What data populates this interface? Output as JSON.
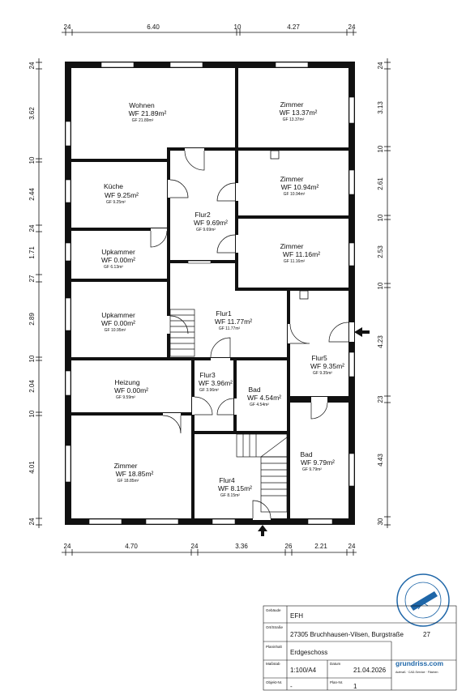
{
  "dimensions": {
    "top": [
      "24",
      "6.40",
      "10",
      "4.27",
      "24"
    ],
    "bottom": [
      "24",
      "4.70",
      "24",
      "3.36",
      "26",
      "2.21",
      "24"
    ],
    "left": [
      "24",
      "3.62",
      "10",
      "2.44",
      "24",
      "1.71",
      "27",
      "2.89",
      "10",
      "2.04",
      "10",
      "4.01",
      "24"
    ],
    "right": [
      "24",
      "3.13",
      "10",
      "2.61",
      "10",
      "2.53",
      "10",
      "4.23",
      "23",
      "4.43",
      "30"
    ]
  },
  "rooms": {
    "wohnen": {
      "name": "Wohnen",
      "wf": "WF 21.89m²",
      "gf": "GF 21.89m²"
    },
    "zimmer1": {
      "name": "Zimmer",
      "wf": "WF 13.37m²",
      "gf": "GF 13.37m²"
    },
    "kueche": {
      "name": "Küche",
      "wf": "WF 9.25m²",
      "gf": "GF 9.25m²"
    },
    "flur2": {
      "name": "Flur2",
      "wf": "WF 9.69m²",
      "gf": "GF 9.69m²"
    },
    "zimmer2": {
      "name": "Zimmer",
      "wf": "WF 10.94m²",
      "gf": "GF 10.94m²"
    },
    "zimmer3": {
      "name": "Zimmer",
      "wf": "WF 11.16m²",
      "gf": "GF 11.16m²"
    },
    "upkammer1": {
      "name": "Upkammer",
      "wf": "WF 0.00m²",
      "gf": "GF 6.13m²"
    },
    "upkammer2": {
      "name": "Upkammer",
      "wf": "WF 0.00m²",
      "gf": "GF 10.95m²"
    },
    "flur1": {
      "name": "Flur1",
      "wf": "WF 11.77m²",
      "gf": "GF 11.77m²"
    },
    "flur5": {
      "name": "Flur5",
      "wf": "WF 9.35m²",
      "gf": "GF 9.35m²"
    },
    "heizung": {
      "name": "Heizung",
      "wf": "WF 0.00m²",
      "gf": "GF 9.59m²"
    },
    "flur3": {
      "name": "Flur3",
      "wf": "WF 3.96m²",
      "gf": "GF 3.96m²"
    },
    "bad1": {
      "name": "Bad",
      "wf": "WF 4.54m²",
      "gf": "GF 4.54m²"
    },
    "zimmer4": {
      "name": "Zimmer",
      "wf": "WF 18.85m²",
      "gf": "GF 18.85m²"
    },
    "flur4": {
      "name": "Flur4",
      "wf": "WF 8.15m²",
      "gf": "GF 8.15m²"
    },
    "bad2": {
      "name": "Bad",
      "wf": "WF 9.79m²",
      "gf": "GF 9.79m²"
    }
  },
  "titleblock": {
    "gebaeude_label": "Gebäude",
    "gebaeude": "EFH",
    "ort_label": "Ort/Straße",
    "ort": "27305 Bruchhausen-Vilsen, Burgstraße",
    "hausnr": "27",
    "planinhalt_label": "Planinhalt",
    "planinhalt": "Erdgeschoss",
    "massstab_label": "Maßstab",
    "massstab": "1:100/A4",
    "datum_label": "Datum",
    "datum": "21.04.2026",
    "objekt_label": "Objekt-Nr.",
    "objekt": "-",
    "plan_label": "Plan-Nr.",
    "plan": "1",
    "brand": "grundriss.com",
    "brand_sub": "Aufmaß · CAD-Service · Flächen"
  },
  "colors": {
    "wall": "#111111",
    "window": "#ffffff",
    "brand": "#1e66a8"
  }
}
